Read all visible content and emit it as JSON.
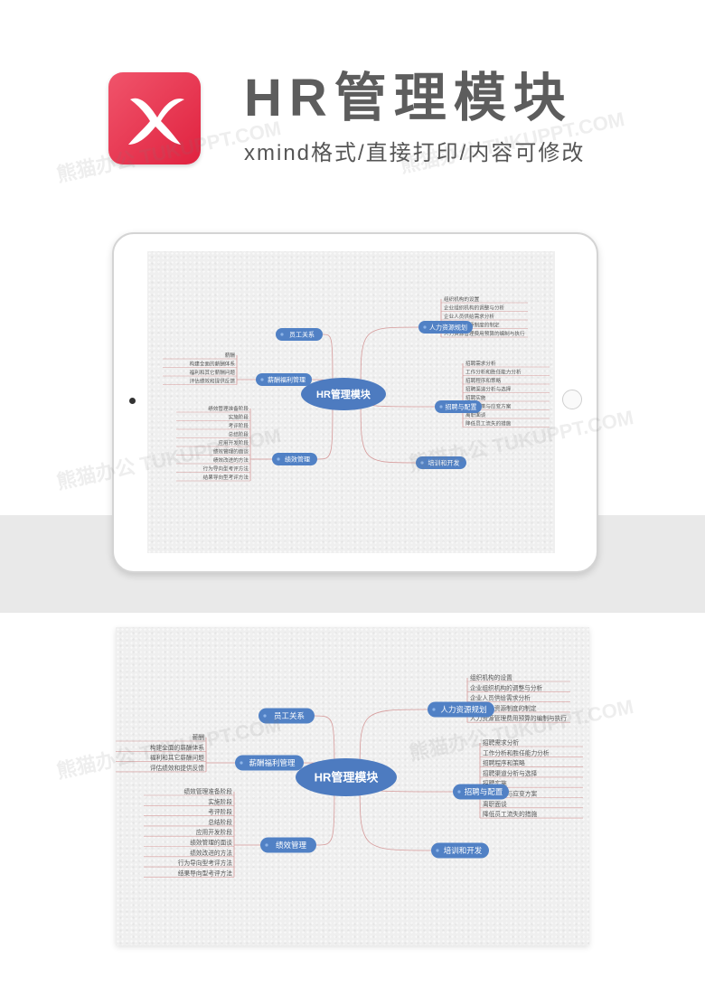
{
  "header": {
    "title": "HR管理模块",
    "subtitle": "xmind格式/直接打印/内容可修改",
    "logo_icon": "xmind-logo-icon",
    "logo_color": "#e8344f"
  },
  "watermark": {
    "text": "熊猫办公 TUKUPPT.COM"
  },
  "mindmap": {
    "center": "HR管理模块",
    "colors": {
      "node": "#5181c5",
      "line": "#d69a9a"
    },
    "branches": [
      {
        "label": "员工关系",
        "side": "left",
        "children": []
      },
      {
        "label": "薪酬福利管理",
        "side": "left",
        "children": [
          "薪酬",
          "构建全面的薪酬体系",
          "福利和其它薪酬问题",
          "评估绩效和提供反馈"
        ]
      },
      {
        "label": "绩效管理",
        "side": "left",
        "children": [
          "绩效管理准备阶段",
          "实施阶段",
          "考评阶段",
          "总结阶段",
          "应用开发阶段",
          "绩效管理的面谈",
          "绩效改进的方法",
          "行为导向型考评方法",
          "结果导向型考评方法"
        ]
      },
      {
        "label": "人力资源规划",
        "side": "right",
        "children": [
          "组织机构的设置",
          "企业组织机构的调整与分析",
          "企业人员供给需求分析",
          "企业人力资源制度的制定",
          "人力资源管理费用预算的编制与执行"
        ]
      },
      {
        "label": "招聘与配置",
        "side": "right",
        "children": [
          "招聘需求分析",
          "工作分析和胜任能力分析",
          "招聘程序和策略",
          "招聘渠道分析与选择",
          "招聘实施",
          "特殊政策与应变方案",
          "离职面谈",
          "降低员工流失的措施"
        ]
      },
      {
        "label": "培训和开发",
        "side": "right",
        "children": []
      }
    ]
  }
}
